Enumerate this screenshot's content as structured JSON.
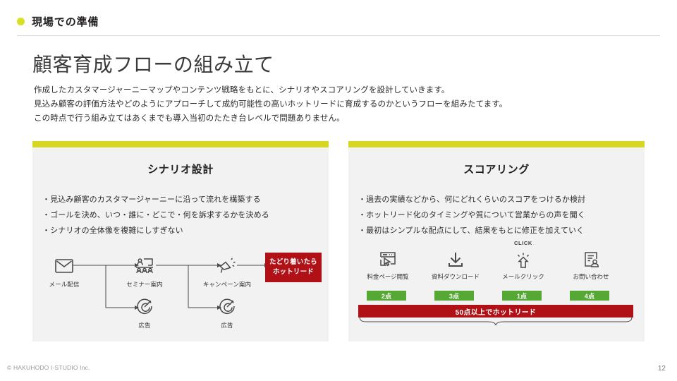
{
  "header": {
    "kicker": "現場での準備",
    "kicker_dot_color": "#d9e021",
    "title": "顧客育成フローの組み立て",
    "lead_line1": "作成したカスタマージャーニーマップやコンテンツ戦略をもとに、シナリオやスコアリングを設計していきます。",
    "lead_line2": "見込み顧客の評価方法やどのようにアプローチして成約可能性の高いホットリードに育成するのかというフローを組みたてます。",
    "lead_line3": "この時点で行う組み立てはあくまでも導入当初のたたき台レベルで問題ありません。"
  },
  "colors": {
    "accent_yellow": "#d7d620",
    "card_bg": "#f2f2f2",
    "red": "#b01116",
    "green": "#55a833"
  },
  "left_card": {
    "title": "シナリオ設計",
    "bullets": [
      "見込み顧客のカスタマージャーニーに沿って流れを構築する",
      "ゴールを決め、いつ・誰に・どこで・何を訴求するかを決める",
      "シナリオの全体像を複雑にしすぎない"
    ],
    "flow": {
      "nodes": [
        {
          "icon": "mail-icon",
          "label": "メール配信"
        },
        {
          "icon": "seminar-icon",
          "label": "セミナー案内"
        },
        {
          "icon": "target-icon",
          "label": "広告"
        },
        {
          "icon": "megaphone-icon",
          "label": "キャンペーン案内"
        },
        {
          "icon": "target-icon",
          "label": "広告"
        }
      ],
      "badge_line1": "たどり着いたら",
      "badge_line2": "ホットリード"
    }
  },
  "right_card": {
    "title": "スコアリング",
    "bullets": [
      "過去の実績などから、何にどれくらいのスコアをつけるか検討",
      "ホットリード化のタイミングや質について営業からの声を聞く",
      "最初はシンプルな配点にして、結果をもとに修正を加えていく"
    ],
    "actions": [
      {
        "icon": "browser-cursor-icon",
        "label": "料金ページ閲覧",
        "score": "2点"
      },
      {
        "icon": "download-icon",
        "label": "資料ダウンロード",
        "score": "3点"
      },
      {
        "icon": "click-icon",
        "label": "メールクリック",
        "score": "1点"
      },
      {
        "icon": "contact-form-icon",
        "label": "お問い合わせ",
        "score": "4点"
      }
    ],
    "click_badge": "CLICK",
    "threshold_label": "50点以上でホットリード"
  },
  "footer": {
    "copyright": "© HAKUHODO I-STUDIO Inc.",
    "page_number": "12"
  }
}
